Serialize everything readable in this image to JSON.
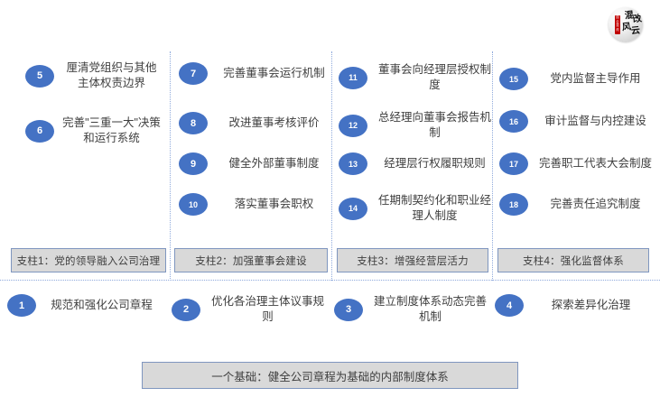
{
  "logo": {
    "name": "logo-emblem",
    "chars": [
      "混",
      "改",
      "风",
      "云"
    ],
    "seal_text": [
      "国",
      "企",
      "混",
      "改"
    ],
    "seal_color": "#c00000",
    "ball_color": "#d9d9d9"
  },
  "colors": {
    "bullet": "#4472c4",
    "box_fill": "#d9d9d9",
    "box_border": "#7f96bf",
    "divider": "#8faadc",
    "text": "#3f3f3f"
  },
  "columns": [
    {
      "id": "pillar-1",
      "pillar_label": "支柱1：党的领导融入公司治理",
      "items": [
        {
          "num": "5",
          "label": "厘清党组织与其他主体权责边界"
        },
        {
          "num": "6",
          "label": "完善\"三重一大\"决策和运行系统"
        }
      ]
    },
    {
      "id": "pillar-2",
      "pillar_label": "支柱2：加强董事会建设",
      "items": [
        {
          "num": "7",
          "label": "完善董事会运行机制"
        },
        {
          "num": "8",
          "label": "改进董事考核评价"
        },
        {
          "num": "9",
          "label": "健全外部董事制度"
        },
        {
          "num": "10",
          "label": "落实董事会职权"
        }
      ]
    },
    {
      "id": "pillar-3",
      "pillar_label": "支柱3：增强经营层活力",
      "items": [
        {
          "num": "11",
          "label": "董事会向经理层授权制度"
        },
        {
          "num": "12",
          "label": "总经理向董事会报告机制"
        },
        {
          "num": "13",
          "label": "经理层行权履职规则"
        },
        {
          "num": "14",
          "label": "任期制契约化和职业经理人制度"
        }
      ]
    },
    {
      "id": "pillar-4",
      "pillar_label": "支柱4：强化监督体系",
      "items": [
        {
          "num": "15",
          "label": "党内监督主导作用"
        },
        {
          "num": "16",
          "label": "审计监督与内控建设"
        },
        {
          "num": "17",
          "label": "完善职工代表大会制度"
        },
        {
          "num": "18",
          "label": "完善责任追究制度"
        }
      ]
    }
  ],
  "base_items": [
    {
      "num": "1",
      "label": "规范和强化公司章程"
    },
    {
      "num": "2",
      "label": "优化各治理主体议事规则"
    },
    {
      "num": "3",
      "label": "建立制度体系动态完善机制"
    },
    {
      "num": "4",
      "label": "探索差异化治理"
    }
  ],
  "foundation": {
    "label": "一个基础：健全公司章程为基础的内部制度体系"
  }
}
